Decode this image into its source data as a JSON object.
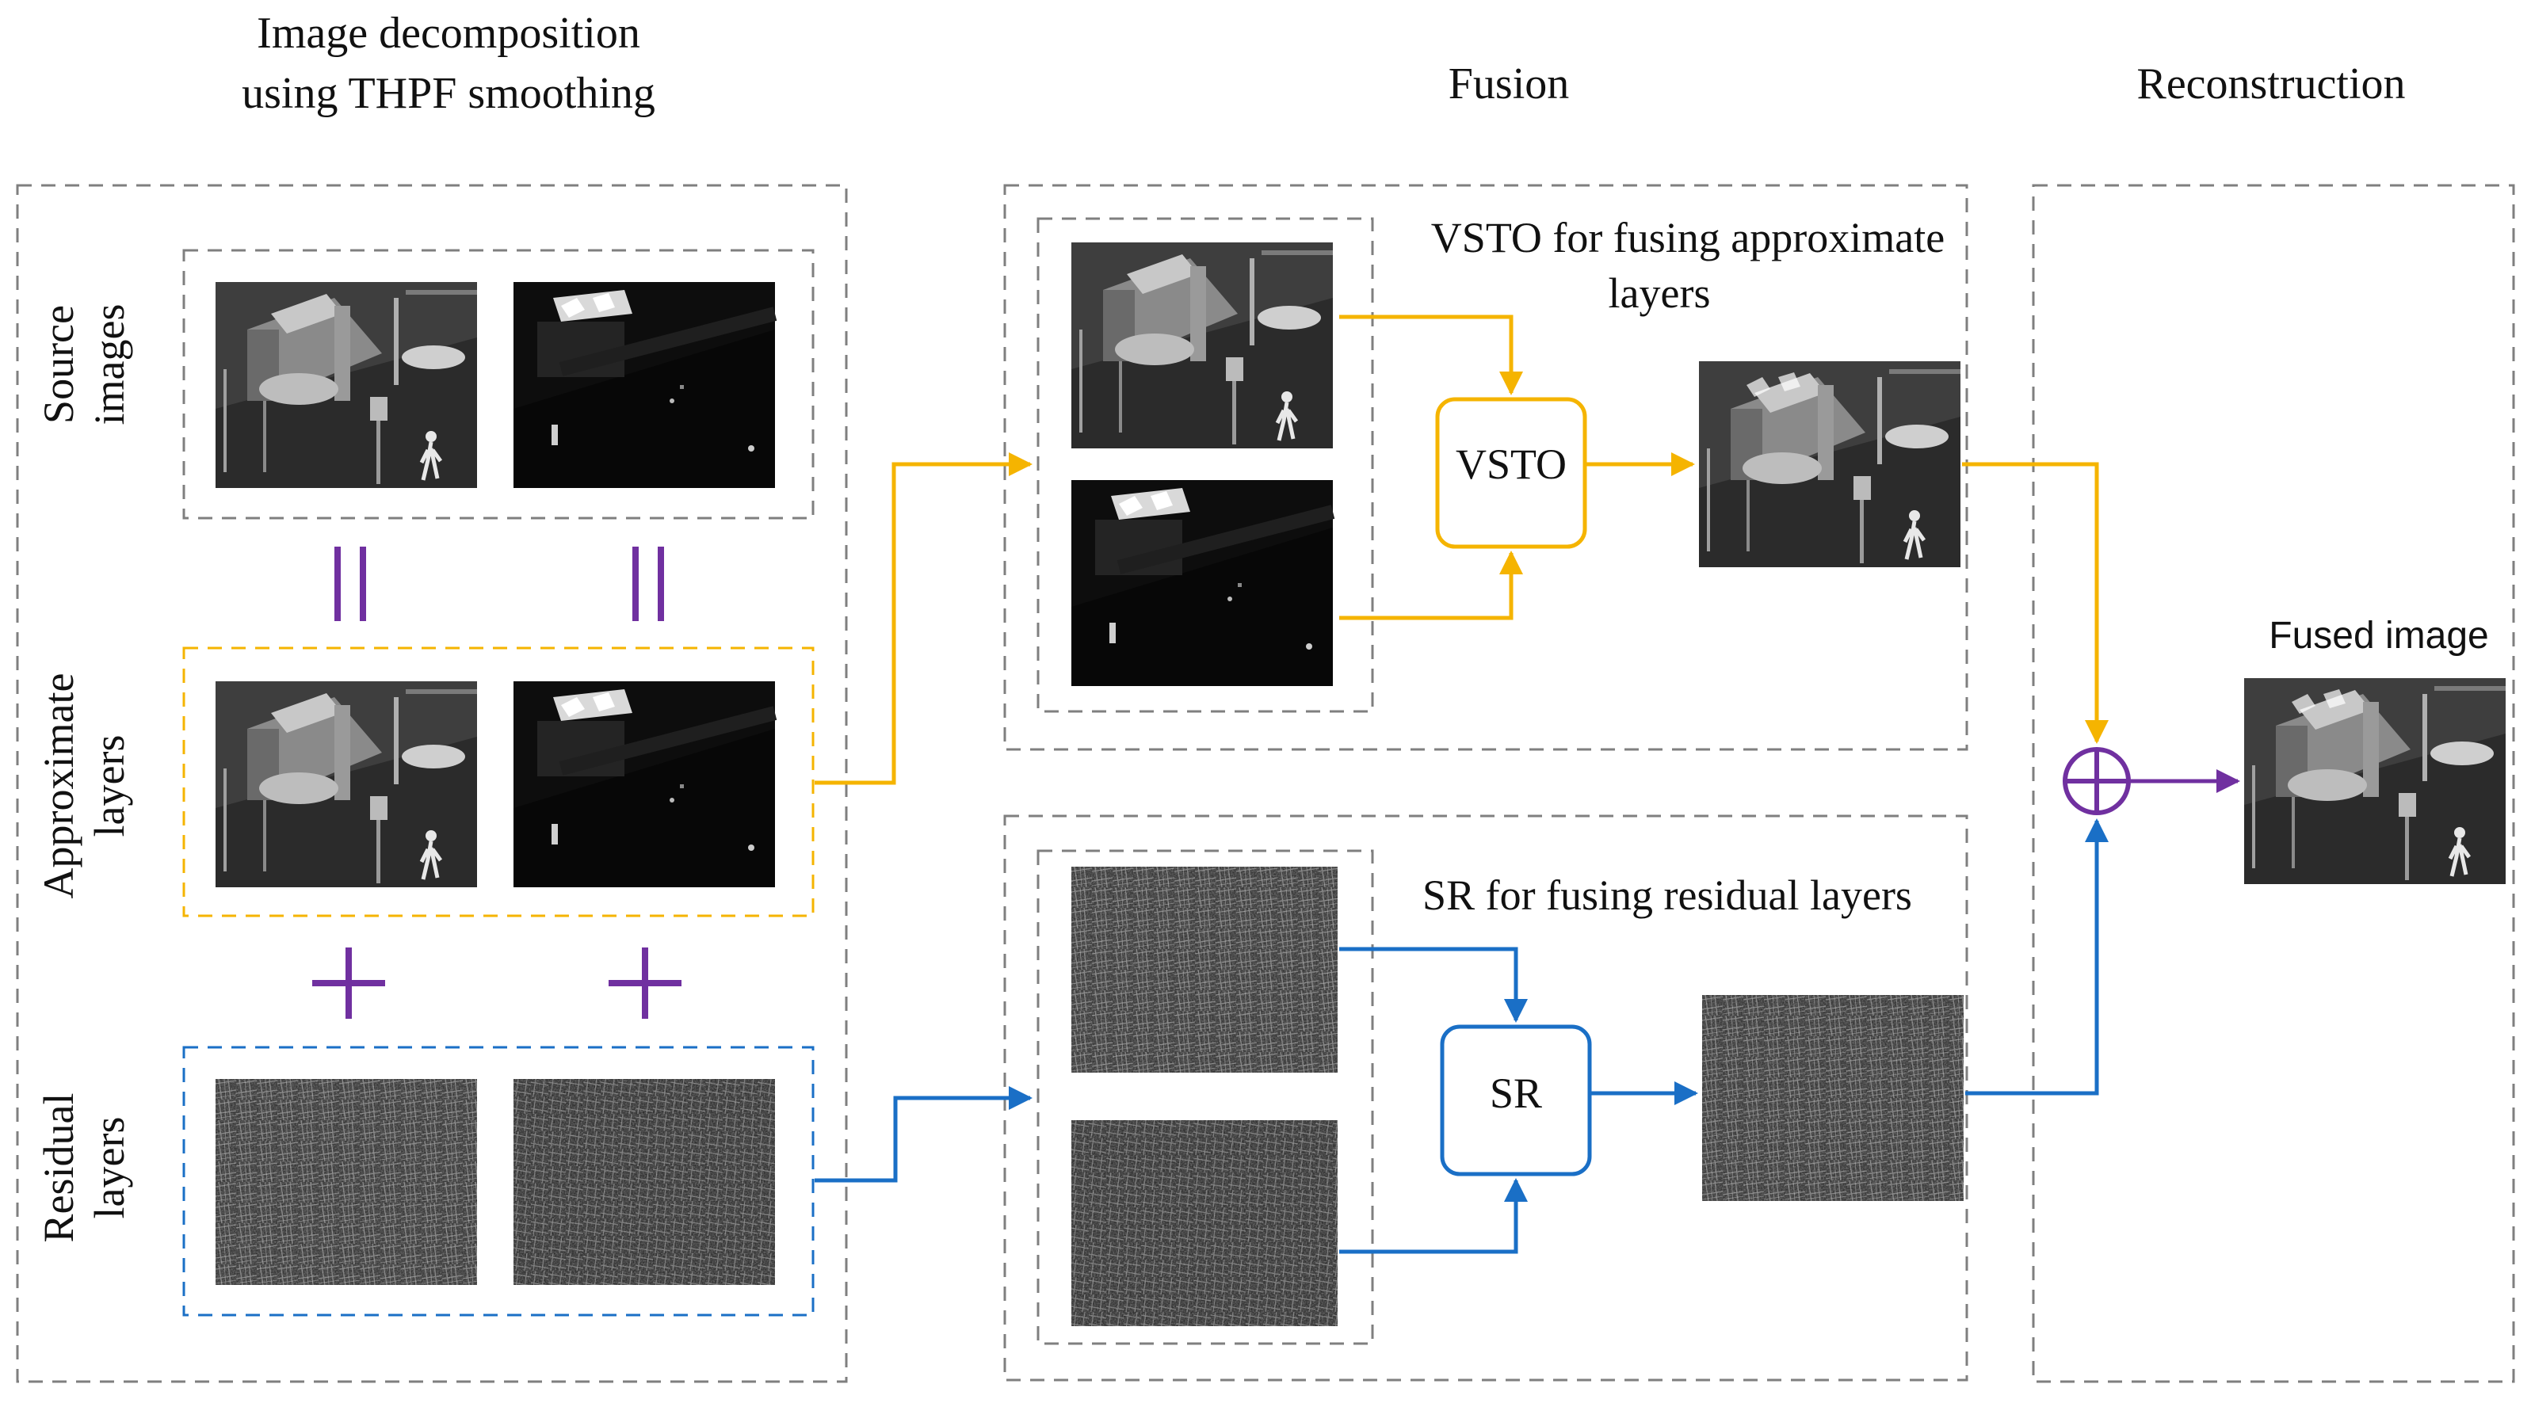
{
  "headings": {
    "decomposition_line1": "Image decomposition",
    "decomposition_line2": "using THPF smoothing",
    "fusion": "Fusion",
    "reconstruction": "Reconstruction"
  },
  "row_labels": {
    "source_line1": "Source",
    "source_line2": "images",
    "approx_line1": "Approximate",
    "approx_line2": "layers",
    "residual_line1": "Residual",
    "residual_line2": "layers"
  },
  "fusion": {
    "vsto_caption_line1": "VSTO for fusing approximate",
    "vsto_caption_line2": "layers",
    "vsto_box": "VSTO",
    "sr_caption": "SR for fusing residual layers",
    "sr_box": "SR"
  },
  "reconstruction": {
    "fused_label": "Fused image"
  },
  "colors": {
    "approx_path": "#f5b400",
    "residual_path": "#1a6fc6",
    "operator": "#7030a0",
    "dashed_border": "#7f7f7f"
  },
  "icons": {
    "equals": "equals-icon",
    "plus": "plus-icon",
    "sum": "circled-plus-icon"
  }
}
